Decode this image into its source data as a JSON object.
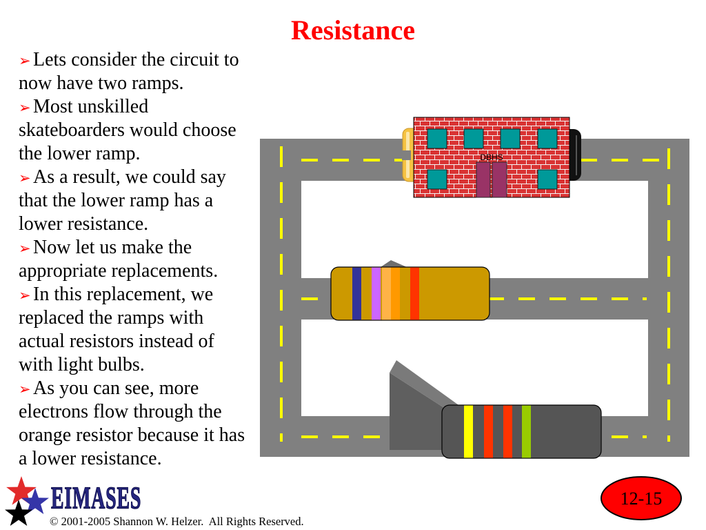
{
  "theme": {
    "accent": "#FF0000"
  },
  "slide": {
    "title": "Resistance",
    "bullet_glyph": "➢",
    "bullet_icon": "arrow-bullet-icon",
    "bullets": [
      {
        "lines": [
          "Lets consider the circuit to",
          "now have two ramps."
        ]
      },
      {
        "lines": [
          "Most unskilled",
          "skateboarders would choose",
          "the lower ramp."
        ]
      },
      {
        "lines": [
          "As a result, we could say",
          "that the lower ramp has a",
          "lower resistance."
        ]
      },
      {
        "lines": [
          "Now let us make the",
          "appropriate replacements."
        ]
      },
      {
        "lines": [
          "In this replacement, we",
          "replaced the ramps with",
          "actual resistors instead of",
          "with light bulbs."
        ]
      },
      {
        "lines": [
          "As you can see, more",
          "electrons flow through the",
          "orange resistor because it has",
          "a lower resistance."
        ]
      }
    ],
    "slide_number": "12-15"
  },
  "diagram": {
    "road_color": "#808080",
    "lane_marking_color": "#FFFF00",
    "building": {
      "sign": "DBHS",
      "brick_color": "#D93333",
      "window_color": "#009999",
      "door_color": "#993366"
    },
    "battery": {
      "cap_color": "#F5C242",
      "end_color": "#111111"
    },
    "top_resistor": {
      "body_color": "#CC9900",
      "bands": [
        "#333399",
        "#CC66FF",
        "#FFB347",
        "#FF9900",
        "#FF3300"
      ]
    },
    "bottom_resistor": {
      "body_color": "#555555",
      "bands": [
        "#FFFF00",
        "#FF3300",
        "#FF3300",
        "#99CC00"
      ]
    }
  },
  "footer": {
    "logo": {
      "text": "EIMASES",
      "icon": "star-icon",
      "star_colors": [
        "#E22B2B",
        "#3535A8",
        "#000000"
      ]
    },
    "copyright": "© 2001-2005 Shannon W. Helzer.  All Rights Reserved."
  }
}
